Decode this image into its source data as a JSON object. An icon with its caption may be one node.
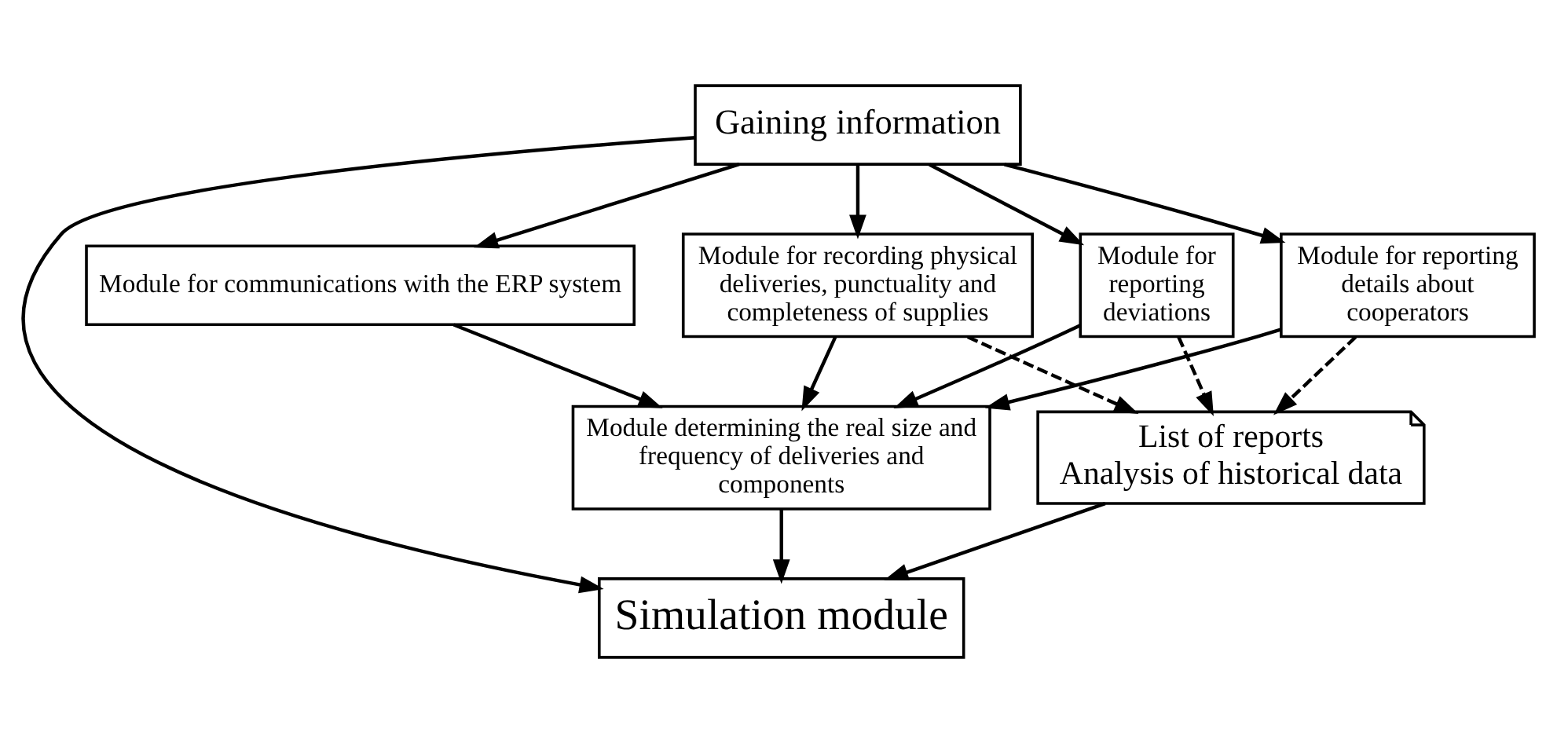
{
  "diagram": {
    "nodes": [
      {
        "text": [
          "Gaining information"
        ]
      },
      {
        "text": [
          "Module for communications with the ERP system"
        ]
      },
      {
        "text": [
          "Module for recording physical deliveries, punctuality and completeness of supplies"
        ]
      },
      {
        "text": [
          "Module for reporting deviations"
        ]
      },
      {
        "text": [
          "Module for reporting details about cooperators"
        ]
      },
      {
        "text": [
          "Module determining the real size and frequency of deliveries and components"
        ]
      },
      {
        "text": [
          "List of reports",
          "Analysis of historical data"
        ]
      },
      {
        "text": [
          "Simulation module"
        ]
      }
    ],
    "edges": [
      {
        "from": 0,
        "to": 1,
        "arrow": "to"
      },
      {
        "from": 0,
        "to": 2,
        "arrow": "to"
      },
      {
        "from": 0,
        "to": 3,
        "arrow": "to"
      },
      {
        "from": 0,
        "to": 4,
        "arrow": "to"
      },
      {
        "from": 1,
        "to": 5,
        "arrow": "to"
      },
      {
        "from": 2,
        "to": 5,
        "arrow": "to"
      },
      {
        "from": 3,
        "to": 5,
        "arrow": "to"
      },
      {
        "from": 4,
        "to": 5,
        "arrow": "to"
      },
      {
        "from": 2,
        "to": 6,
        "arrow": "to",
        "style": "dashed"
      },
      {
        "from": 3,
        "to": 6,
        "arrow": "to",
        "style": "dashed"
      },
      {
        "from": 4,
        "to": 6,
        "arrow": "to",
        "style": "dashed"
      },
      {
        "from": 5,
        "to": 7,
        "arrow": "to"
      },
      {
        "from": 6,
        "to": 7,
        "arrow": "to"
      },
      {
        "from": 0,
        "to": 7,
        "arrow": "to"
      }
    ]
  }
}
